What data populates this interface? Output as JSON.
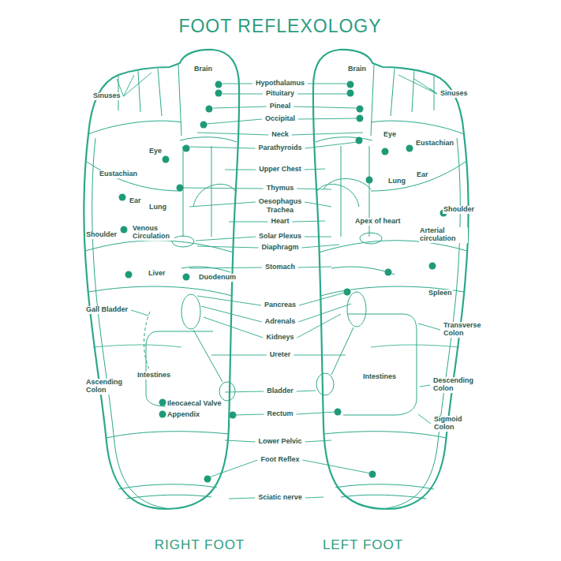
{
  "diagram": {
    "title": "FOOT REFLEXOLOGY",
    "labels": [
      "Brain",
      "Sinuses",
      "Eye",
      "Eustachian",
      "Ear",
      "Lung",
      "Shoulder",
      "Venous Circulation",
      "Liver",
      "Duodenum",
      "Gall Bladder",
      "Intestines",
      "Ascending Colon",
      "Ileocaecal Valve",
      "Appendix",
      "Hypothalamus",
      "Pituitary",
      "Pineal",
      "Occipital",
      "Neck",
      "Parathyroids",
      "Upper Chest",
      "Thymus",
      "Oesophagus",
      "Trachea",
      "Heart",
      "Solar Plexus",
      "Diaphragm",
      "Stomach",
      "Pancreas",
      "Adrenals",
      "Kidneys",
      "Ureter",
      "Bladder",
      "Rectum",
      "Lower Pelvic",
      "Foot Reflex",
      "Sciatic nerve",
      "Brain",
      "Sinuses",
      "Eye",
      "Eustachian",
      "Ear",
      "Lung",
      "Shoulder",
      "Apex of heart",
      "Arterial circulation",
      "Spleen",
      "Transverse Colon",
      "Intestines",
      "Descending Colon",
      "Sigmoid Colon",
      "RIGHT FOOT",
      "LEFT FOOT"
    ]
  }
}
